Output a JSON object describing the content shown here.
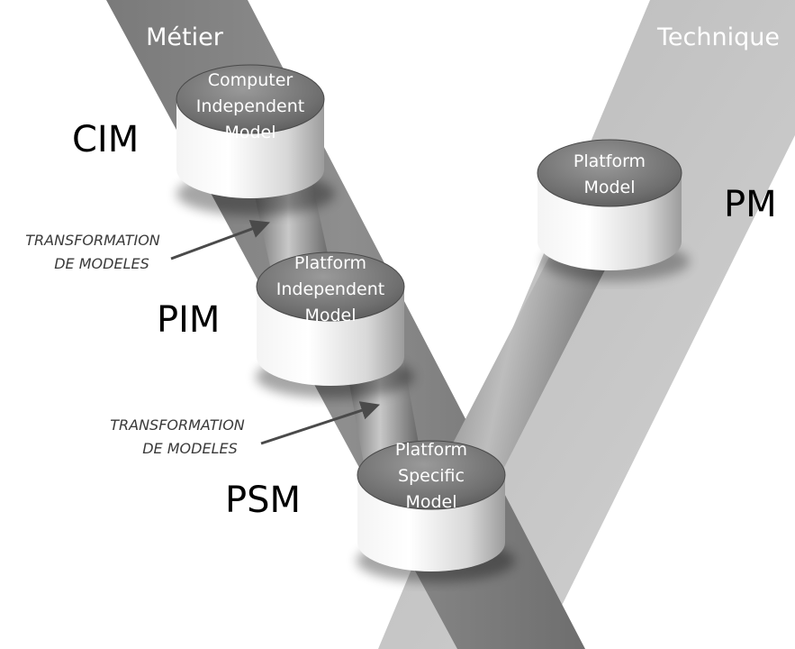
{
  "bands": {
    "left_title": "Métier",
    "right_title": "Technique"
  },
  "levels": {
    "cim": "CIM",
    "pim": "PIM",
    "psm": "PSM",
    "pm": "PM"
  },
  "nodes": {
    "cim": [
      "Computer",
      "Independent",
      "Model"
    ],
    "pim": [
      "Platform",
      "Independent",
      "Model"
    ],
    "psm": [
      "Platform",
      "Specific",
      "Model"
    ],
    "pm": [
      "Platform",
      "Model"
    ]
  },
  "transformations": {
    "first": [
      "TRANSFORMATION",
      "DE MODELES"
    ],
    "second": [
      "TRANSFORMATION",
      "DE MODELES"
    ]
  }
}
